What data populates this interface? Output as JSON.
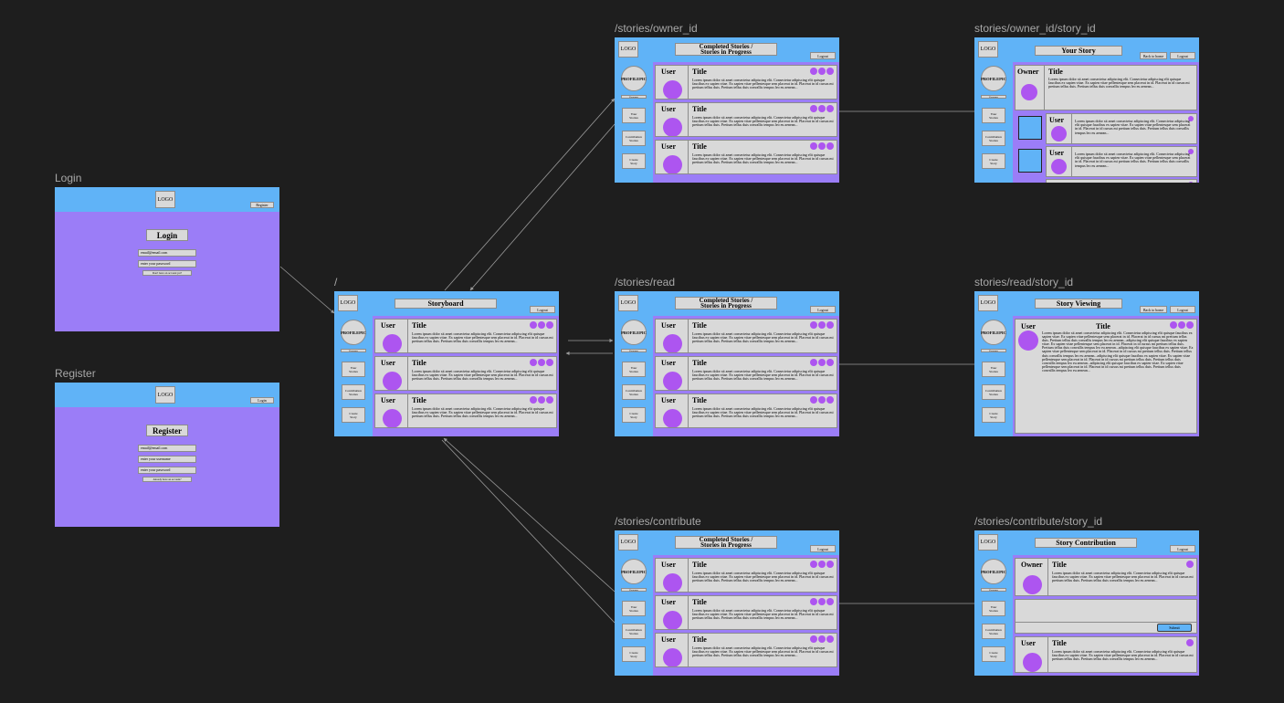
{
  "colors": {
    "canvas": "#1e1e1e",
    "header": "#60b3f7",
    "body": "#9b7df7",
    "box": "#d9d9d9",
    "avatar": "#ad55f0",
    "connector": "#9a9a9a",
    "label": "#a8a8a8"
  },
  "common": {
    "logo": "LOGO",
    "profile_line1": "PROFILE",
    "profile_line2": "PIC",
    "username": "Username",
    "user": "User",
    "owner": "Owner",
    "card_title": "Title",
    "lorem_short": "Lorem ipsum dolor sit amet consectetur adipiscing elit. Consectetur adipiscing elit quisque faucibus ex sapien vitae. Ex sapien vitae pellentesque sem placerat in id. Placerat in id cursus mi pretium tellus duis. Pretium tellus duis convallis tempus leo eu aenean...",
    "lorem_long": "Lorem ipsum dolor sit amet consectetur adipiscing elit. Consectetur adipiscing elit quisque faucibus ex sapien vitae. Ex sapien vitae pellentesque sem placerat in id. Placerat in id cursus mi pretium tellus duis. Pretium tellus duis convallis tempus leo eu aenean...adipiscing elit quisque faucibus ex sapien vitae. Ex sapien vitae pellentesque sem placerat in id. Placerat in id cursus mi pretium tellus duis. Pretium tellus duis convallis tempus leo eu aenean...adipiscing elit quisque faucibus ex sapien vitae. Ex sapien vitae pellentesque sem placerat in id. Placerat in id cursus mi pretium tellus duis. Pretium tellus duis convallis tempus leo eu aenean...adipiscing elit quisque faucibus ex sapien vitae. Ex sapien vitae pellentesque sem placerat in id. Placerat in id cursus mi pretium tellus duis. Pretium tellus duis convallis tempus leo eu aenean...adipiscing elit quisque faucibus ex sapien vitae. Ex sapien vitae pellentesque sem placerat in id. Placerat in id cursus mi pretium tellus duis. Pretium tellus duis convallis tempus leo eu aenean...",
    "nav": [
      {
        "l1": "Your",
        "l2": "Stories"
      },
      {
        "l1": "Contribution",
        "l2": "Stories"
      },
      {
        "l1": "Create",
        "l2": "Story"
      }
    ],
    "logout": "Logout",
    "back_home": "Back to home",
    "submit": "Submit"
  },
  "frames": {
    "login": {
      "label": "Login",
      "title": "Login",
      "header_btn": "Register",
      "email": "email@email.com",
      "password": "enter your password",
      "footnote": "Don't have an account yet?"
    },
    "register": {
      "label": "Register",
      "title": "Register",
      "header_btn": "Login",
      "email": "email@email.com",
      "username": "enter your username",
      "password": "enter your password",
      "footnote": "Already have an account?"
    },
    "home": {
      "label": "/",
      "title": "Storyboard"
    },
    "owner": {
      "label": "/stories/owner_id",
      "title1": "Completed Stories /",
      "title2": "Stories in Progress"
    },
    "read": {
      "label": "/stories/read",
      "title1": "Completed Stories /",
      "title2": "Stories in Progress"
    },
    "contribute": {
      "label": "/stories/contribute",
      "title1": "Completed Stories /",
      "title2": "Stories in Progress"
    },
    "owner_story": {
      "label": "stories/owner_id/story_id",
      "title": "Your Story"
    },
    "read_story": {
      "label": "stories/read/story_id",
      "title": "Story Viewing"
    },
    "contribute_story": {
      "label": "/stories/contribute/story_id",
      "title": "Story Contribution"
    }
  }
}
